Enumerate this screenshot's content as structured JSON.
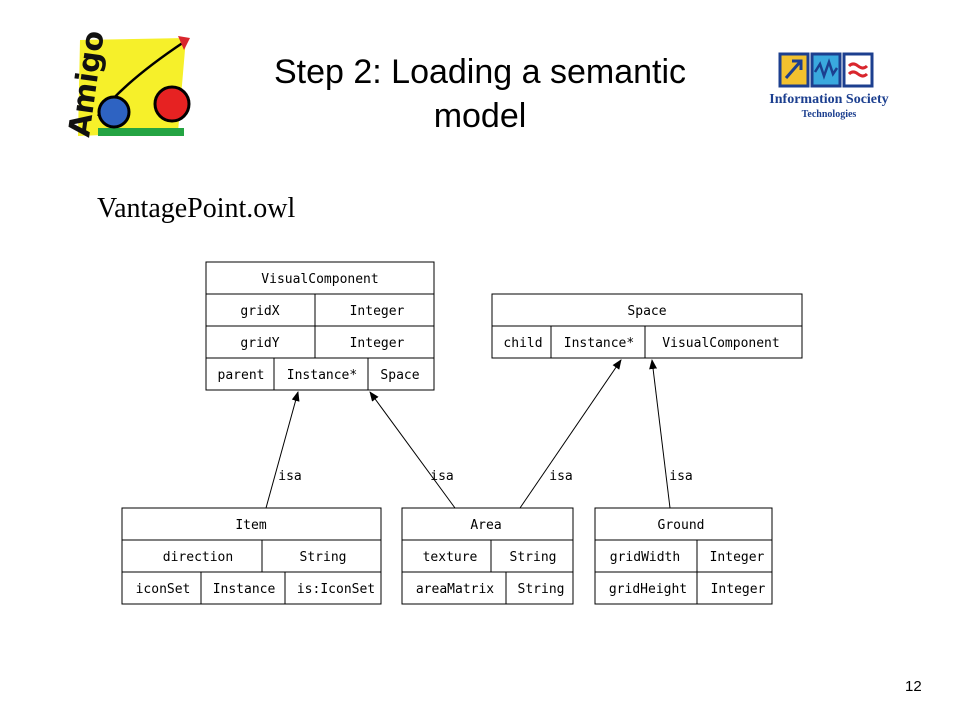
{
  "slide": {
    "title_line1": "Step 2: Loading a semantic",
    "title_line2": "model",
    "subtitle": "VantagePoint.owl",
    "page_number": "12"
  },
  "logos": {
    "left": "Amigo",
    "right_line1": "Information Society",
    "right_line2": "Technologies"
  },
  "diagram": {
    "visual_component": {
      "name": "VisualComponent",
      "rows": [
        [
          "gridX",
          "Integer"
        ],
        [
          "gridY",
          "Integer"
        ],
        [
          "parent",
          "Instance*",
          "Space"
        ]
      ]
    },
    "space": {
      "name": "Space",
      "rows": [
        [
          "child",
          "Instance*",
          "VisualComponent"
        ]
      ]
    },
    "item": {
      "name": "Item",
      "rows": [
        [
          "direction",
          "String"
        ],
        [
          "iconSet",
          "Instance",
          "is:IconSet"
        ]
      ]
    },
    "area": {
      "name": "Area",
      "rows": [
        [
          "texture",
          "String"
        ],
        [
          "areaMatrix",
          "String"
        ]
      ]
    },
    "ground": {
      "name": "Ground",
      "rows": [
        [
          "gridWidth",
          "Integer"
        ],
        [
          "gridHeight",
          "Integer"
        ]
      ]
    },
    "edge_label": "isa"
  }
}
